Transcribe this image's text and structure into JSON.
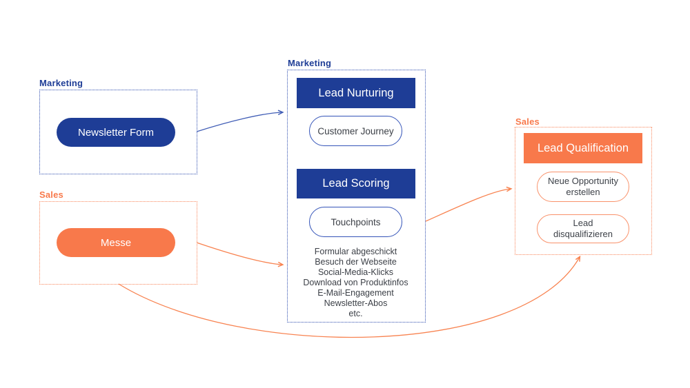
{
  "colors": {
    "navy_blue": "#1e3d96",
    "blue_border": "#2d4cae",
    "blue_arrow": "#3f5cb5",
    "orange": "#f8794b",
    "orange_border": "#f9855a",
    "dark_text": "#3b3f46",
    "background": "#ffffff"
  },
  "marketing_source": {
    "label": "Marketing",
    "node": "Newsletter Form"
  },
  "sales_source": {
    "label": "Sales",
    "node": "Messe"
  },
  "marketing_process": {
    "label": "Marketing",
    "sections": [
      {
        "header": "Lead Nurturing",
        "pill": "Customer Journey"
      },
      {
        "header": "Lead Scoring",
        "pill": "Touchpoints"
      }
    ],
    "touchpoint_items": [
      "Formular abgeschickt",
      "Besuch der Webseite",
      "Social-Media-Klicks",
      "Download von Produktinfos",
      "E-Mail-Engagement",
      "Newsletter-Abos",
      "etc."
    ]
  },
  "sales_process": {
    "label": "Sales",
    "header": "Lead Qualification",
    "pills": [
      "Neue Opportunity erstellen",
      "Lead disqualifizieren"
    ]
  },
  "connectors": [
    {
      "from": "Newsletter Form",
      "to": "Marketing process",
      "color": "blue"
    },
    {
      "from": "Messe",
      "to": "Marketing process",
      "color": "orange"
    },
    {
      "from": "Marketing process",
      "to": "Lead Qualification",
      "color": "orange"
    },
    {
      "from": "Messe",
      "to": "Lead Qualification",
      "color": "orange"
    }
  ]
}
